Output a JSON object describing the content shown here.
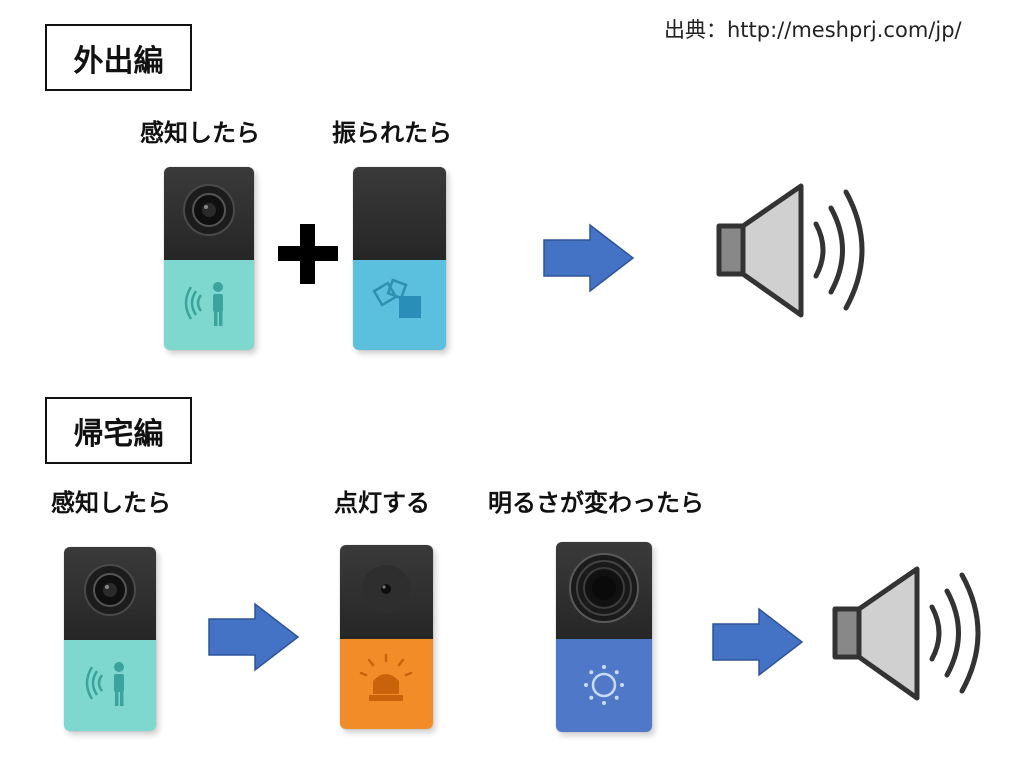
{
  "source": "出典：http://meshprj.com/jp/",
  "colors": {
    "arrow": "#4472c4",
    "arrow_stroke": "#2f5597",
    "motion_tag": "#5bc0de",
    "button_tag": "#f28c28",
    "brightness_tag": "#4f78c8",
    "sensor_tag": "#7fd8cf",
    "speaker_fill": "#d0d0d0",
    "speaker_stroke": "#333333"
  },
  "sections": [
    {
      "title": "外出編",
      "steps": [
        {
          "label": "感知したら",
          "device": "motion-sensor",
          "icon": "person-waves-icon"
        },
        {
          "label": "振られたら",
          "device": "move-sensor",
          "icon": "move-squares-icon"
        }
      ],
      "connector": "plus",
      "result": "speaker-icon"
    },
    {
      "title": "帰宅編",
      "steps": [
        {
          "label": "感知したら",
          "device": "motion-sensor",
          "icon": "person-waves-icon"
        },
        {
          "label": "点灯する",
          "device": "led",
          "icon": "siren-icon"
        },
        {
          "label": "明るさが変わったら",
          "device": "brightness-sensor",
          "icon": "sun-icon"
        }
      ],
      "result": "speaker-icon"
    }
  ]
}
